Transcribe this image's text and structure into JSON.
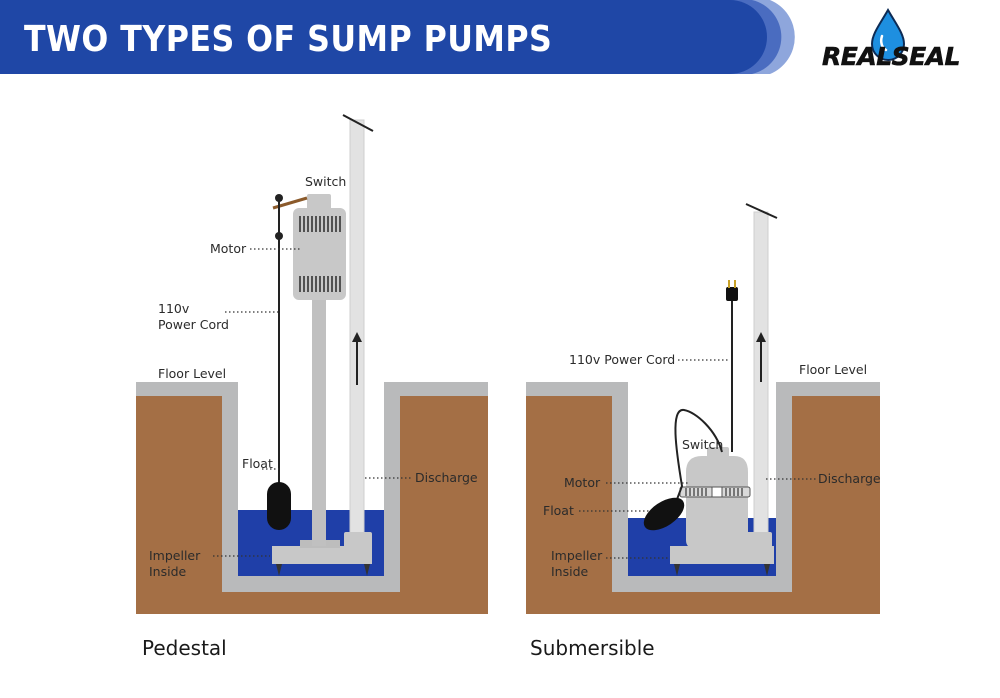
{
  "header": {
    "title": "TWO TYPES OF SUMP PUMPS",
    "brand": "REALSEAL",
    "colors": {
      "banner": "#1f47a6",
      "banner_stripe_1": "#4a6cc0",
      "banner_stripe_2": "#8ea6dc",
      "logo_drop": "#1e8fe0"
    }
  },
  "pedestal": {
    "caption": "Pedestal",
    "labels": {
      "switch": "Switch",
      "motor": "Motor",
      "power_cord_line1": "110v",
      "power_cord_line2": "Power Cord",
      "floor_level": "Floor Level",
      "float": "Float",
      "discharge": "Discharge",
      "impeller_line1": "Impeller",
      "impeller_line2": "Inside"
    }
  },
  "submersible": {
    "caption": "Submersible",
    "labels": {
      "power_cord": "110v Power Cord",
      "floor_level": "Floor Level",
      "switch": "Switch",
      "motor": "Motor",
      "float": "Float",
      "discharge": "Discharge",
      "impeller_line1": "Impeller",
      "impeller_line2": "Inside"
    }
  },
  "colors": {
    "soil": "#a46f45",
    "concrete": "#b9babb",
    "water": "#1f3fa8",
    "pump_grey": "#c8c8c8",
    "line": "#222222"
  }
}
